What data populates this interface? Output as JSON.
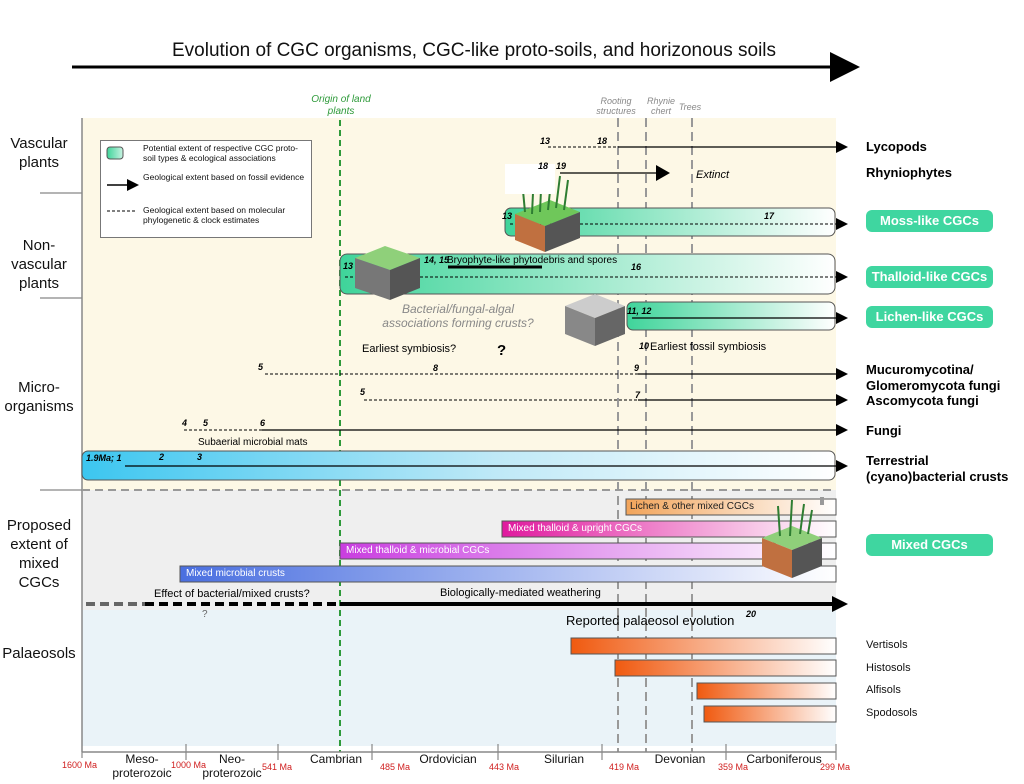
{
  "title": "Evolution of CGC organisms, CGC-like proto-soils, and horizonous soils",
  "legend": {
    "potential_extent": "Potential extent of respective CGC proto-soil types & ecological associations",
    "fossil_evidence": "Geological extent based on fossil evidence",
    "molecular": "Geological extent based on molecular phylogenetic & clock estimates"
  },
  "events": {
    "origin_land_plants": "Origin of land plants",
    "rooting_structures": "Rooting structures",
    "rhynie_chert": "Rhynie chert",
    "trees": "Trees"
  },
  "categories": {
    "vascular": "Vascular plants",
    "non_vascular": "Non-vascular plants",
    "micro": "Micro-organisms",
    "mixed": "Proposed extent of mixed CGCs",
    "palaeosols": "Palaeosols"
  },
  "organisms": {
    "lycopods": "Lycopods",
    "rhyniophytes": "Rhyniophytes",
    "mucuro": "Mucuromycotina/ Glomeromycota fungi",
    "ascomycota": "Ascomycota fungi",
    "fungi": "Fungi",
    "terrestrial": "Terrestrial (cyano)bacterial crusts"
  },
  "pills": {
    "moss": "Moss-like CGCs",
    "thalloid": "Thalloid-like CGCs",
    "lichen": "Lichen-like CGCs",
    "mixed": "Mixed CGCs"
  },
  "notes": {
    "extinct": "Extinct",
    "bryophyte": "Bryophyte-like phytodebris and spores",
    "bacterial_fungal": "Bacterial/fungal-algal associations forming crusts?",
    "earliest_symbiosis": "Earliest symbiosis?",
    "question": "?",
    "earliest_fossil": "Earliest fossil symbiosis",
    "subaerial": "Subaerial microbial mats",
    "effect": "Effect of bacterial/mixed crusts?",
    "effect_q": "?",
    "bio_weathering": "Biologically-mediated weathering",
    "reported": "Reported palaeosol evolution"
  },
  "numbers": {
    "n13a": "13",
    "n18a": "18",
    "n18b": "18",
    "n19": "19",
    "n13b": "13",
    "n17": "17",
    "n1415": "14, 15",
    "n13c": "13",
    "n16": "16",
    "n1112": "11, 12",
    "n10": "10",
    "n5a": "5",
    "n8": "8",
    "n9": "9",
    "n5b": "5",
    "n7": "7",
    "n4": "4",
    "n5c": "5",
    "n6": "6",
    "n19ma": "1.9Ma; 1",
    "n2": "2",
    "n3": "3",
    "n20": "20"
  },
  "mixed_bars": {
    "lichen_mixed": "Lichen & other mixed CGCs",
    "thalloid_upright": "Mixed thalloid & upright CGCs",
    "thalloid_microbial": "Mixed thalloid & microbial CGCs",
    "microbial": "Mixed microbial crusts"
  },
  "soils": {
    "vertisols": "Vertisols",
    "histosols": "Histosols",
    "alfisols": "Alfisols",
    "spodosols": "Spodosols"
  },
  "ma_labels": [
    "1600 Ma",
    "1000 Ma",
    "541 Ma",
    "485 Ma",
    "443 Ma",
    "419 Ma",
    "359 Ma",
    "299 Ma"
  ],
  "eras": {
    "meso": "Meso- proterozoic",
    "neo": "Neo- proterozoic",
    "cambrian": "Cambrian",
    "ordovician": "Ordovician",
    "silurian": "Silurian",
    "devonian": "Devonian",
    "carboniferous": "Carboniferous"
  },
  "colors": {
    "pill_green": "#3fd6a0",
    "cream_bg": "#fdf8e6",
    "grey_bg": "#efefef",
    "blue_bg": "#eaf3f8",
    "ma_red": "#d02020",
    "origin_green": "#2e9a3a"
  }
}
